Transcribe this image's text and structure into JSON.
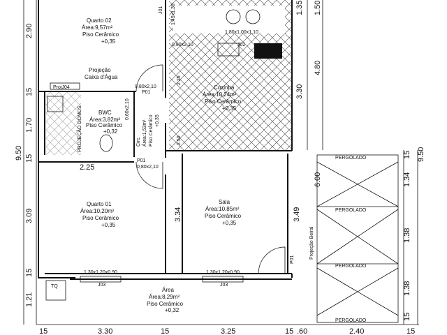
{
  "left_dims": {
    "d1": "2.90",
    "d2": "15",
    "d3": "1.70",
    "d4": "15",
    "d5": "3.09",
    "d6": "15",
    "d7": "1.21",
    "total": "9.50"
  },
  "top_right_dims": {
    "d1": "1.35",
    "d2": "1.50",
    "d3": "3.30",
    "d4": "4.80",
    "total": "9.50"
  },
  "right_dims": {
    "d1": "1.34",
    "d2": "1.38",
    "d3": "1.38",
    "d4": "15",
    "d5": "15"
  },
  "bottom_dims": {
    "a": "15",
    "b": "3.30",
    "c": "15",
    "d": "3.25",
    "e": "15",
    "f": ".60",
    "g": "2.40",
    "h": "15"
  },
  "rooms": {
    "quarto02": {
      "name": "Quarto 02",
      "area": "Área:9,57m²",
      "floor": "Piso Cerâmico",
      "level": "+0,35"
    },
    "cozinha": {
      "name": "Cozinha",
      "area": "Área:10,24m²",
      "floor": "Piso Cerâmico",
      "level": "+0,35"
    },
    "bwc": {
      "name": "BWC",
      "area": "Área:3,82m²",
      "floor": "Piso Cerâmico",
      "level": "+0,32"
    },
    "circ": {
      "name": "Circ.",
      "area": "Área:1,53m²",
      "floor": "Piso Cerâmico",
      "level": "+0,35"
    },
    "quarto01": {
      "name": "Quarto 01",
      "area": "Área:10,20m²",
      "floor": "Piso Cerâmico",
      "level": "+0,35"
    },
    "sala": {
      "name": "Sala",
      "area": "Área:10,85m²",
      "floor": "Piso Cerâmico",
      "level": "+0,35"
    },
    "area": {
      "name": "Área",
      "area": "Área:8,29m²",
      "floor": "Piso Cerâmico",
      "level": "+0,32"
    }
  },
  "labels": {
    "projecao_caixa": [
      "Projeção",
      "Caixa d'Água"
    ],
    "proj04": "ProjJ04",
    "projecao_domus": "PROJEÇÃO DOMUS",
    "projecao_beiral": "Projeção Beiral",
    "pergolado": "PERGOLADO",
    "dim_225": "2.25",
    "dim_334": "3.34",
    "dim_349": "3.49",
    "dim_600": "6.00",
    "dim_250": "2.50",
    "tq": "TQ"
  },
  "frames": {
    "door_0802": "0,80x2,10",
    "door_0602": "0,60x2,10",
    "kitchen_window": "1,80x1,00x1,10",
    "window_130": "1,30x1,20x0,90",
    "j01": "J01",
    "j02": "J02",
    "j03": "J03",
    "p01": "P01",
    "j01_dim": "1,45x1,30"
  }
}
